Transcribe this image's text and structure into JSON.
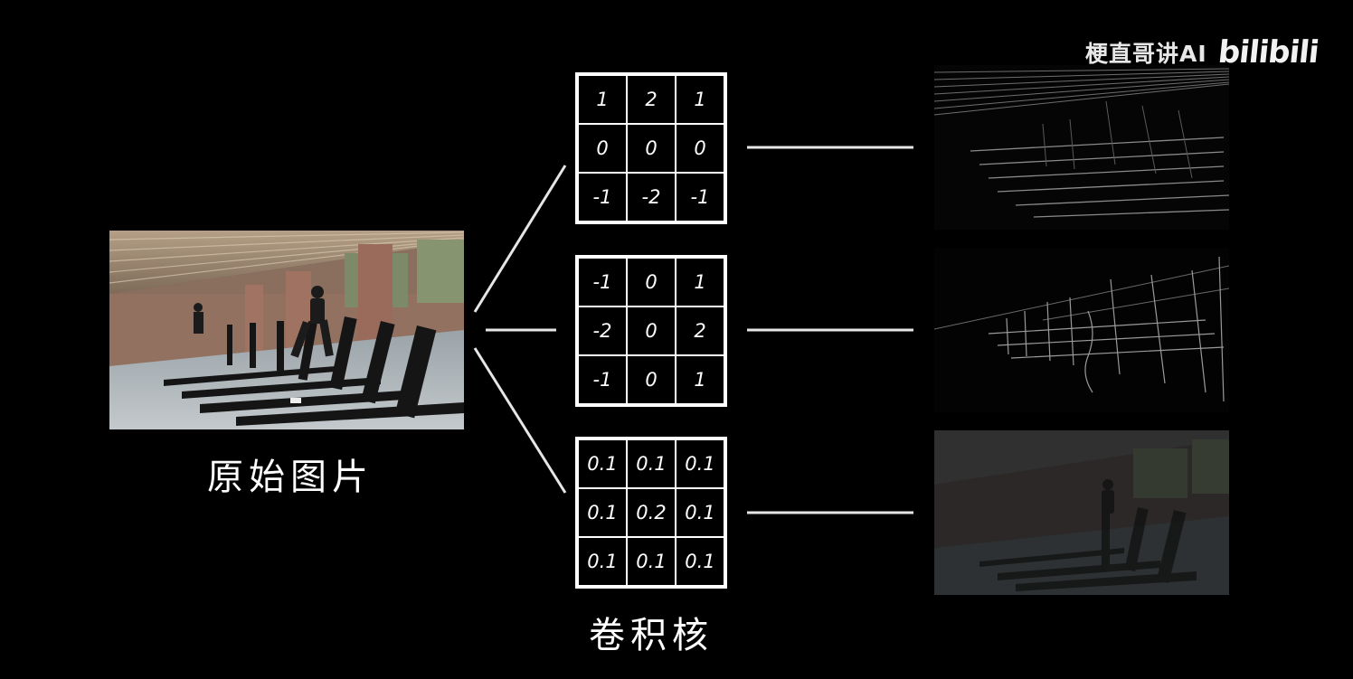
{
  "watermark": {
    "channel": "梗直哥讲AI",
    "logo": "bilibili"
  },
  "original_image": {
    "label": "原始图片"
  },
  "kernels_label": "卷积核",
  "kernels": [
    {
      "values": [
        "1",
        "2",
        "1",
        "0",
        "0",
        "0",
        "-1",
        "-2",
        "-1"
      ]
    },
    {
      "values": [
        "-1",
        "0",
        "1",
        "-2",
        "0",
        "2",
        "-1",
        "0",
        "1"
      ]
    },
    {
      "values": [
        "0.1",
        "0.1",
        "0.1",
        "0.1",
        "0.2",
        "0.1",
        "0.1",
        "0.1",
        "0.1"
      ]
    }
  ],
  "colors": {
    "background": "#000000",
    "lines": "#e6e6e6",
    "text": "#ffffff"
  }
}
